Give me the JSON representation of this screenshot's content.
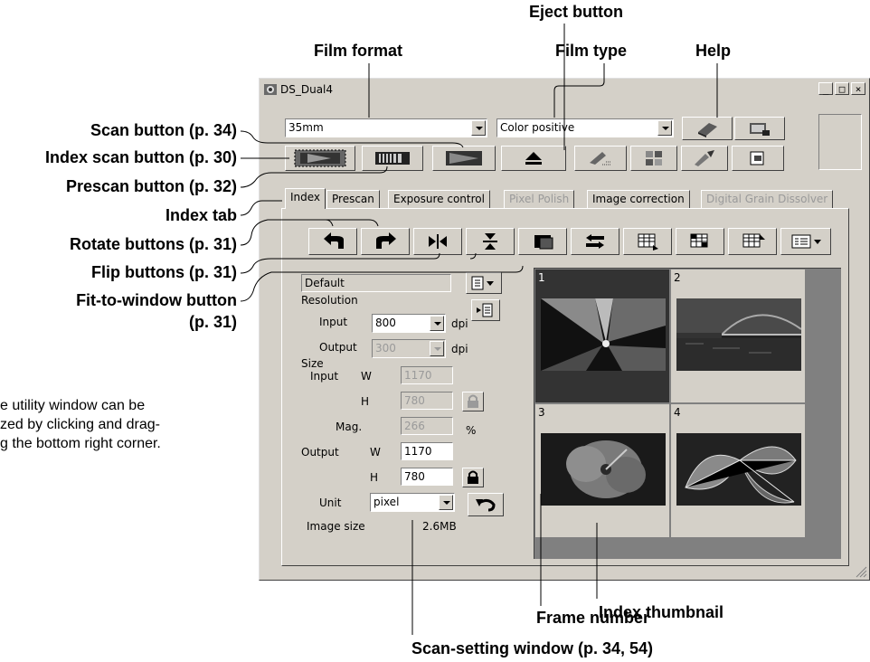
{
  "callouts": {
    "eject": "Eject button",
    "film_format": "Film format",
    "film_type": "Film type",
    "help": "Help",
    "scan": "Scan button (p. 34)",
    "index_scan": "Index scan button (p. 30)",
    "prescan": "Prescan button (p. 32)",
    "index_tab": "Index tab",
    "rotate": "Rotate buttons (p. 31)",
    "flip": "Flip buttons (p. 31)",
    "fit_1": "Fit-to-window button",
    "fit_2": "(p. 31)",
    "index_thumbnail": "Index thumbnail",
    "frame_number": "Frame number",
    "scan_setting": "Scan-setting window (p. 34, 54)"
  },
  "note_lines": [
    "e utility window can be",
    "zed by clicking and drag-",
    "g the bottom right corner."
  ],
  "window": {
    "title": "DS_Dual4",
    "film_format_value": "35mm",
    "film_type_value": "Color positive",
    "tabs": [
      {
        "label": "Index",
        "state": "active"
      },
      {
        "label": "Prescan",
        "state": "enabled"
      },
      {
        "label": "Exposure control",
        "state": "enabled"
      },
      {
        "label": "Pixel Polish",
        "state": "disabled"
      },
      {
        "label": "Image correction",
        "state": "enabled"
      },
      {
        "label": "Digital Grain Dissolver",
        "state": "disabled"
      }
    ]
  },
  "settings": {
    "preset": "Default",
    "resolution_label": "Resolution",
    "input_label": "Input",
    "input_dpi": "800",
    "dpi_unit": "dpi",
    "output_label": "Output",
    "output_dpi": "300",
    "size_label": "Size",
    "size_input_label": "Input",
    "w_label": "W",
    "h_label": "H",
    "input_w": "1170",
    "input_h": "780",
    "mag_label": "Mag.",
    "mag_value": "266",
    "percent": "%",
    "output_w": "1170",
    "output_h": "780",
    "unit_label": "Unit",
    "unit_value": "pixel",
    "image_size_label": "Image size",
    "image_size_value": "2.6MB"
  },
  "frames": [
    {
      "number": "1",
      "selected": true
    },
    {
      "number": "2",
      "selected": false
    },
    {
      "number": "3",
      "selected": false
    },
    {
      "number": "4",
      "selected": false
    }
  ],
  "colors": {
    "window_face": "#d4d0c8",
    "selected_frame": "#333333",
    "thumb_area": "#808080"
  }
}
